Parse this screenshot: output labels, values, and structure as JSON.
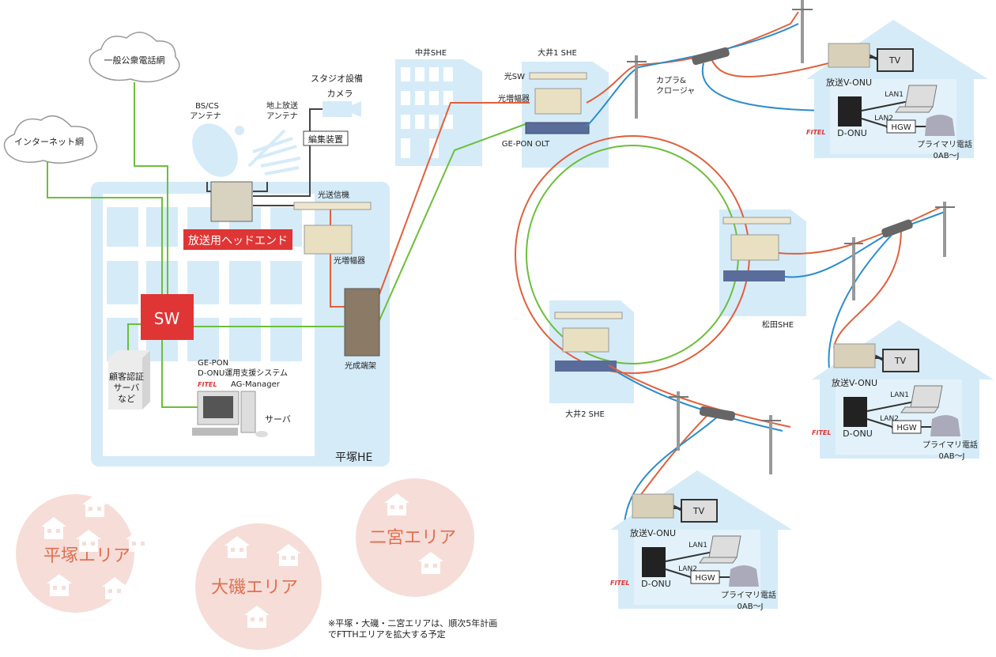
{
  "colors": {
    "building": "#d5ebf8",
    "fiber_red": "#e0603c",
    "fiber_blue": "#2a8ccc",
    "lan_green": "#6cbf3a",
    "sw_red": "#e03535",
    "area_pink": "#f6ddd8",
    "area_text": "#e07050"
  },
  "clouds": {
    "public_phone": "一般公衆電話網",
    "internet": "インターネット網"
  },
  "headend": {
    "studio": "スタジオ設備",
    "camera": "カメラ",
    "bscs": [
      "BS/CS",
      "アンテナ"
    ],
    "terrestrial": [
      "地上放送",
      "アンテナ"
    ],
    "editor": "編集装置",
    "optical_tx": "光送信機",
    "headend_label": "放送用ヘッドエンド",
    "optical_amp": "光増幅器",
    "termination_rack": "光成端架",
    "sw": "SW",
    "auth_server": [
      "顧客認証",
      "サーバ",
      "など"
    ],
    "ops_system": [
      "GE-PON",
      "D-ONU運用支援システム"
    ],
    "ag_manager": "AG-Manager",
    "server": "サーバ",
    "building": "平塚HE"
  },
  "she": {
    "nakai": "中井SHE",
    "oi1": "大井1 SHE",
    "oi2": "大井2 SHE",
    "matsuda": "松田SHE",
    "optical_sw": "光SW",
    "optical_amp": "光増幅器",
    "olt": "GE-PON OLT"
  },
  "coupler": [
    "カプラ&",
    "クロージャ"
  ],
  "homes": [
    {
      "vonu": "放送V-ONU",
      "tv": "TV",
      "lan1": "LAN1",
      "lan2": "LAN2",
      "donu": "D-ONU",
      "hgw": "HGW",
      "phone": "プライマリ電話",
      "phone_sub": "0AB～J"
    },
    {
      "vonu": "放送V-ONU",
      "tv": "TV",
      "lan1": "LAN1",
      "lan2": "LAN2",
      "donu": "D-ONU",
      "hgw": "HGW",
      "phone": "プライマリ電話",
      "phone_sub": "0AB～J"
    },
    {
      "vonu": "放送V-ONU",
      "tv": "TV",
      "lan1": "LAN1",
      "lan2": "LAN2",
      "donu": "D-ONU",
      "hgw": "HGW",
      "phone": "プライマリ電話",
      "phone_sub": "0AB～J"
    }
  ],
  "logo": "FITEL",
  "areas": {
    "hiratsuka": "平塚エリア",
    "oiso": "大磯エリア",
    "ninomiya": "二宮エリア"
  },
  "note": [
    "※平塚・大磯・二宮エリアは、順次5年計画",
    "でFTTHエリアを拡大する予定"
  ]
}
